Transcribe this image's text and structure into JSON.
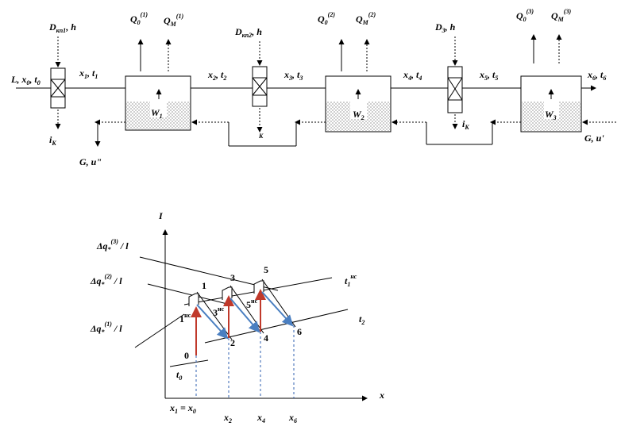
{
  "schematic": {
    "inlet_label": "L, x",
    "inlet_sub": "0",
    "inlet_t": ", t",
    "inlet_t_sub": "0",
    "steam": [
      {
        "name": "D",
        "sub": "кп1",
        "suffix": ", h"
      },
      {
        "name": "D",
        "sub": "кп2",
        "suffix": ", h"
      },
      {
        "name": "D",
        "sub": "3",
        "suffix": ", h"
      }
    ],
    "condensate": "i",
    "condensate_sub": "K",
    "flows": [
      {
        "x": "x",
        "xs": "1",
        "t": ", t",
        "ts": "1"
      },
      {
        "x": "x",
        "xs": "2",
        "t": ", t",
        "ts": "2"
      },
      {
        "x": "x",
        "xs": "3",
        "t": ", t",
        "ts": "3"
      },
      {
        "x": "x",
        "xs": "4",
        "t": ", t",
        "ts": "4"
      },
      {
        "x": "x",
        "xs": "5",
        "t": ", t",
        "ts": "5"
      },
      {
        "x": "x",
        "xs": "6",
        "t": ", t",
        "ts": "6"
      }
    ],
    "heat": [
      {
        "q0": "Q",
        "q0s": "0",
        "q0sup": "(1)",
        "qm": "Q",
        "qms": "M",
        "qmsup": "(1)"
      },
      {
        "q0": "Q",
        "q0s": "0",
        "q0sup": "(2)",
        "qm": "Q",
        "qms": "M",
        "qmsup": "(2)"
      },
      {
        "q0": "Q",
        "q0s": "0",
        "q0sup": "(3)",
        "qm": "Q",
        "qms": "M",
        "qmsup": "(3)"
      }
    ],
    "tanks": [
      {
        "w": "W",
        "ws": "1"
      },
      {
        "w": "W",
        "ws": "2"
      },
      {
        "w": "W",
        "ws": "3"
      }
    ],
    "gas_in": "G, u'",
    "gas_out": "G, u\""
  },
  "chart": {
    "ylabel": "I",
    "xlabel": "x",
    "left_labels": [
      {
        "text": "Δq",
        "sub": "*",
        "sup": "(3)",
        "tail": " / l"
      },
      {
        "text": "Δq",
        "sub": "*",
        "sup": "(2)",
        "tail": " / l"
      },
      {
        "text": "Δq",
        "sub": "*",
        "sup": "(1)",
        "tail": " / l"
      }
    ],
    "points": [
      "0",
      "1",
      "2",
      "3",
      "4",
      "5",
      "6"
    ],
    "point_1ns": "1",
    "point_1ns_sup": "нс",
    "point_3ns": "3",
    "point_3ns_sup": "нс",
    "point_5ns": "5",
    "point_5ns_sup": "нс",
    "line_t1": "t",
    "line_t1_sub": "1",
    "line_t1_sup": "нс",
    "line_t2": "t",
    "line_t2_sub": "2",
    "line_t0": "t",
    "line_t0_sub": "0",
    "x_ticks": [
      {
        "t": "x",
        "s": "1",
        "tail": " = x",
        "s2": "0"
      },
      {
        "t": "x",
        "s": "2"
      },
      {
        "t": "x",
        "s": "4"
      },
      {
        "t": "x",
        "s": "6"
      }
    ],
    "colors": {
      "vertical": "#c0392b",
      "diagonal": "#4a7fc1",
      "dash": "#3060b0"
    }
  }
}
